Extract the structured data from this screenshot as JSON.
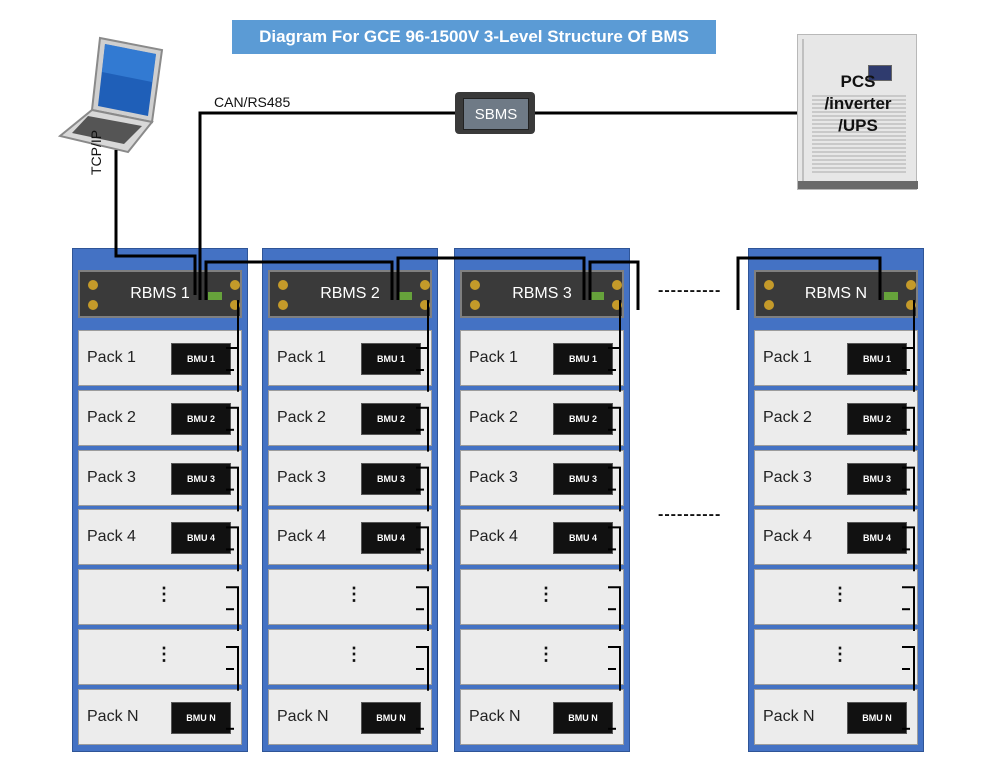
{
  "title": "Diagram For GCE 96-1500V 3-Level Structure Of BMS",
  "labels": {
    "can_rs485": "CAN/RS485",
    "tcp_ip": "TCP/IP",
    "sbms": "SBMS",
    "pcs_line1": "PCS",
    "pcs_line2": "/inverter",
    "pcs_line3": "/UPS",
    "ellipsis_top": "----------",
    "ellipsis_mid": "----------",
    "vertical_dots": "⋮"
  },
  "racks": [
    {
      "rbms": "RBMS 1"
    },
    {
      "rbms": "RBMS 2"
    },
    {
      "rbms": "RBMS 3"
    },
    {
      "rbms": "RBMS N"
    }
  ],
  "packs": [
    {
      "label": "Pack 1",
      "bmu": "BMU 1"
    },
    {
      "label": "Pack 2",
      "bmu": "BMU 2"
    },
    {
      "label": "Pack 3",
      "bmu": "BMU 3"
    },
    {
      "label": "Pack 4",
      "bmu": "BMU 4"
    },
    {
      "label": "",
      "bmu": ""
    },
    {
      "label": "",
      "bmu": ""
    },
    {
      "label": "Pack N",
      "bmu": "BMU N"
    }
  ],
  "colors": {
    "rack": "#4472c4",
    "title_bg": "#5b9bd5",
    "pack": "#ececec",
    "device": "#3a3a3a"
  }
}
